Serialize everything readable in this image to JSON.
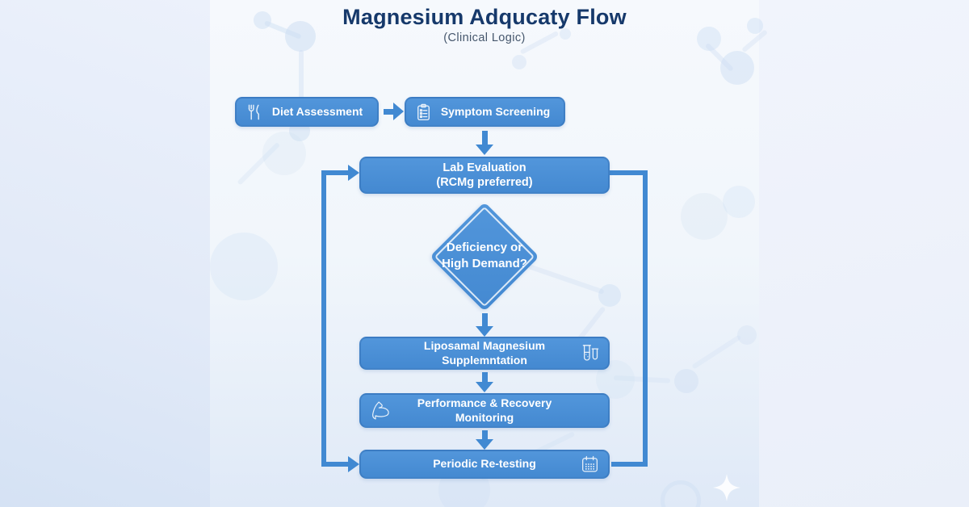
{
  "header": {
    "title": "Magnesium Adqucaty Flow",
    "subtitle": "(Clinical Logic)"
  },
  "nodes": {
    "diet": {
      "label": "Diet Assessment",
      "icon": "fork-knife-icon"
    },
    "symptom": {
      "label": "Symptom Screening",
      "icon": "clipboard-checklist-icon"
    },
    "lab": {
      "line1": "Lab Evaluation",
      "line2": "(RCMg preferred)"
    },
    "decision": {
      "line1": "Deficiency or",
      "line2": "High Demand?"
    },
    "supplement": {
      "line1": "Liposamal Magnesium",
      "line2": "Supplemntation",
      "icon": "test-tubes-icon"
    },
    "monitor": {
      "line1": "Performance & Recovery",
      "line2": "Monitoring",
      "icon": "flexed-arm-icon"
    },
    "retest": {
      "label": "Periodic Re-testing",
      "icon": "calendar-icon"
    }
  },
  "colors": {
    "node_fill": "#4a90d7",
    "node_border": "#356fb2",
    "arrow": "#4189d2",
    "title_text": "#16396b",
    "subtitle_text": "#45566c",
    "node_text": "#ffffff",
    "panel_background": "#f3f7fc",
    "page_background": "#e9eff9"
  }
}
